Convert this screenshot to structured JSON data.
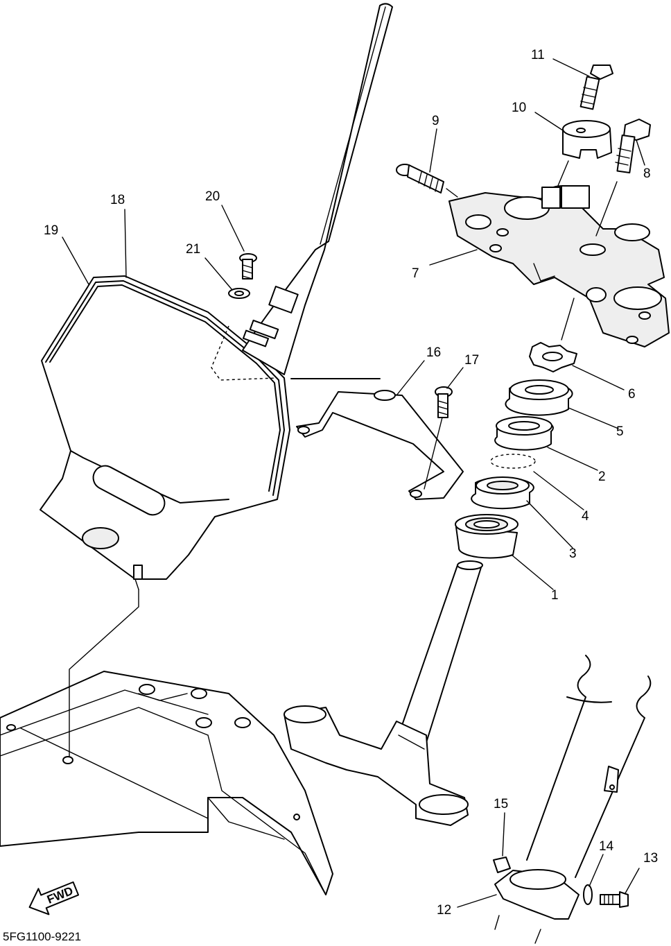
{
  "diagram_code": "5FG1100-9221",
  "direction_label": "FWD",
  "callouts": {
    "c1": "1",
    "c2": "2",
    "c3": "3",
    "c4": "4",
    "c5": "5",
    "c6": "6",
    "c7": "7",
    "c8": "8",
    "c9": "9",
    "c10": "10",
    "c11": "11",
    "c12": "12",
    "c13": "13",
    "c14": "14",
    "c15": "15",
    "c16": "16",
    "c17": "17",
    "c18": "18",
    "c19": "19",
    "c20": "20",
    "c21": "21"
  }
}
